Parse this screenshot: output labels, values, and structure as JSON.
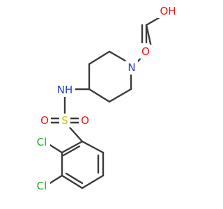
{
  "colors": {
    "bond": "#3a3a3a",
    "carbon": "#3a3a3a",
    "oxygen": "#ff0d0d",
    "nitrogen": "#2b3ec8",
    "sulfur": "#c8c800",
    "chlorine": "#1fae1f",
    "background": "#ffffff"
  },
  "atoms": {
    "oh": "OH",
    "carbonyl_o": "O",
    "ring_n": "N",
    "nh": "NH",
    "s": "S",
    "o_left": "O",
    "o_right": "O",
    "cl_top": "Cl",
    "cl_bottom": "Cl"
  }
}
